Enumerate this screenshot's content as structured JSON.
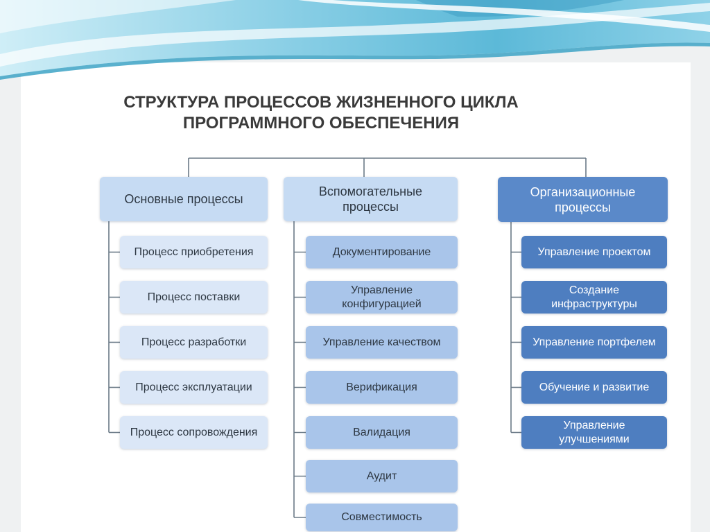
{
  "diagram": {
    "title_lines": [
      "СТРУКТУРА ПРОЦЕССОВ ЖИЗНЕННОГО ЦИКЛА",
      "ПРОГРАММНОГО ОБЕСПЕЧЕНИЯ"
    ],
    "groups": [
      {
        "label_lines": [
          "Основные процессы"
        ],
        "items": [
          [
            "Процесс приобретения"
          ],
          [
            "Процесс поставки"
          ],
          [
            "Процесс разработки"
          ],
          [
            "Процесс эксплуатации"
          ],
          [
            "Процесс сопровождения"
          ]
        ]
      },
      {
        "label_lines": [
          "Вспомогательные",
          "процессы"
        ],
        "items": [
          [
            "Документирование"
          ],
          [
            "Управление",
            "конфигурацией"
          ],
          [
            "Управление качеством"
          ],
          [
            "Верификация"
          ],
          [
            "Валидация"
          ],
          [
            "Аудит"
          ],
          [
            "Совместимость"
          ]
        ]
      },
      {
        "label_lines": [
          "Организационные",
          "процессы"
        ],
        "items": [
          [
            "Управление проектом"
          ],
          [
            "Создание",
            "инфраструктуры"
          ],
          [
            "Управление портфелем"
          ],
          [
            "Обучение и развитие"
          ],
          [
            "Управление",
            "улучшениями"
          ]
        ]
      }
    ]
  },
  "colors": {
    "title_text": "#3a3a3a",
    "connector": "#6b7a87",
    "dark_text": "#2d3742",
    "light_text": "#ffffff",
    "main_group_fill": "#c6dbf3",
    "main_item_fill": "#dbe7f7",
    "support_group_fill": "#c6dbf3",
    "support_item_fill": "#a9c5ea",
    "org_group_fill": "#5a89c9",
    "org_item_fill": "#4e7ec0"
  }
}
